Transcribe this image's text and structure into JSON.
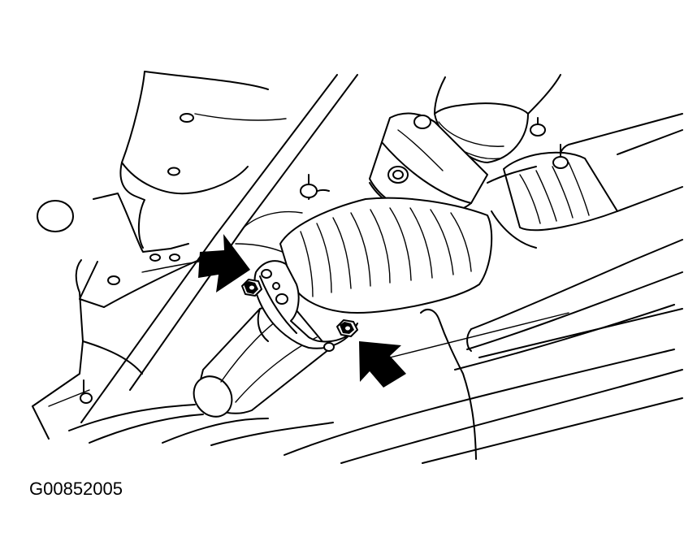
{
  "figure": {
    "code": "G00852005",
    "colors": {
      "line": "#000000",
      "background": "#ffffff"
    },
    "callouts": [
      {
        "name": "left-arrow",
        "points_to": "flange-nut-left"
      },
      {
        "name": "lower-arrow",
        "points_to": "flange-nut-lower"
      }
    ]
  }
}
